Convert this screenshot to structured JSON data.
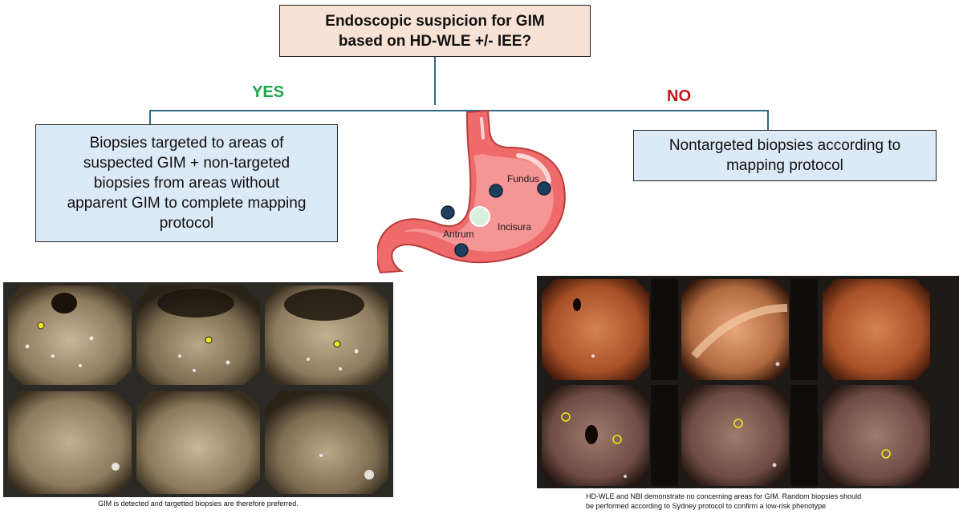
{
  "flow": {
    "question_line1": "Endoscopic suspicion for GIM",
    "question_line2": "based on HD-WLE +/- IEE?",
    "yes_label": "YES",
    "no_label": "NO",
    "yes_box": [
      "Biopsies targeted to areas of",
      "suspected GIM + non-targeted",
      "biopsies from areas without",
      "apparent GIM to complete mapping",
      "protocol"
    ],
    "no_box": [
      "Nontargeted biopsies according to",
      "mapping protocol"
    ]
  },
  "stomach_labels": {
    "fundus": "Fundus",
    "incisura": "Incisura",
    "antrum": "Antrum"
  },
  "captions": {
    "left": "GIM is detected and targetted biopsies are therefore preferred.",
    "right_line1": "HD-WLE and NBI demonstrate no concerning areas for GIM. Random biopsies should",
    "right_line2": "be performed according to Sydney protocol to confirm a low-risk phenotype"
  },
  "colors": {
    "question_fill": "#f8e2d5",
    "answer_fill": "#dce9f6",
    "connector": "#2f6a86",
    "yes": "#1fa64a",
    "no": "#c0171b",
    "biopsy_marker_fill": "#1d3f5c",
    "incisura_marker": "#d8f0dc",
    "target_marker": "#f2e61c"
  },
  "icons": {
    "stomach": "stomach-illustration",
    "biopsy_site": "biopsy-site-dot",
    "target": "target-circle"
  }
}
